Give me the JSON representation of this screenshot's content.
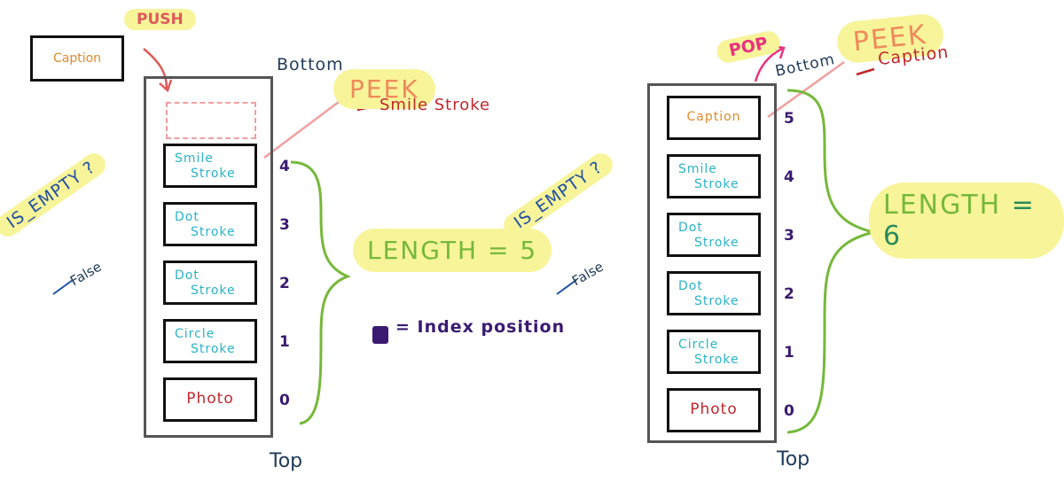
{
  "left": {
    "floating_caption": "Caption",
    "push_label": "PUSH",
    "bottom_label": "Bottom",
    "peek_label": "PEEK",
    "peek_result": "Smile Stroke",
    "is_empty_label": "IS_EMPTY ?",
    "is_empty_result": "False",
    "length_label": "LENGTH",
    "length_eq": "= 5",
    "top_label": "Top",
    "cells": [
      {
        "line1": "Smile",
        "line2": "Stroke",
        "index": "4"
      },
      {
        "line1": "Dot",
        "line2": "Stroke",
        "index": "3"
      },
      {
        "line1": "Dot",
        "line2": "Stroke",
        "index": "2"
      },
      {
        "line1": "Circle",
        "line2": "Stroke",
        "index": "1"
      },
      {
        "line1": "Photo",
        "line2": "",
        "index": "0"
      }
    ]
  },
  "legend": {
    "text": "= Index position",
    "swatch_color": "#3a1a70"
  },
  "right": {
    "pop_label": "POP",
    "bottom_label": "Bottom",
    "peek_label": "PEEK",
    "peek_result": "Caption",
    "is_empty_label": "IS_EMPTY ?",
    "is_empty_result": "False",
    "length_label": "LENGTH",
    "length_eq": "= 6",
    "top_label": "Top",
    "cells": [
      {
        "line1": "Caption",
        "line2": "",
        "index": "5"
      },
      {
        "line1": "Smile",
        "line2": "Stroke",
        "index": "4"
      },
      {
        "line1": "Dot",
        "line2": "Stroke",
        "index": "3"
      },
      {
        "line1": "Dot",
        "line2": "Stroke",
        "index": "2"
      },
      {
        "line1": "Circle",
        "line2": "Stroke",
        "index": "1"
      },
      {
        "line1": "Photo",
        "line2": "",
        "index": "0"
      }
    ]
  },
  "colors": {
    "highlight": "#f8f49a",
    "teal_text": "#2bb3c9",
    "orange_text": "#e08a2e",
    "red_text": "#c0272d",
    "green": "#76b83a",
    "pink": "#e8337f"
  }
}
